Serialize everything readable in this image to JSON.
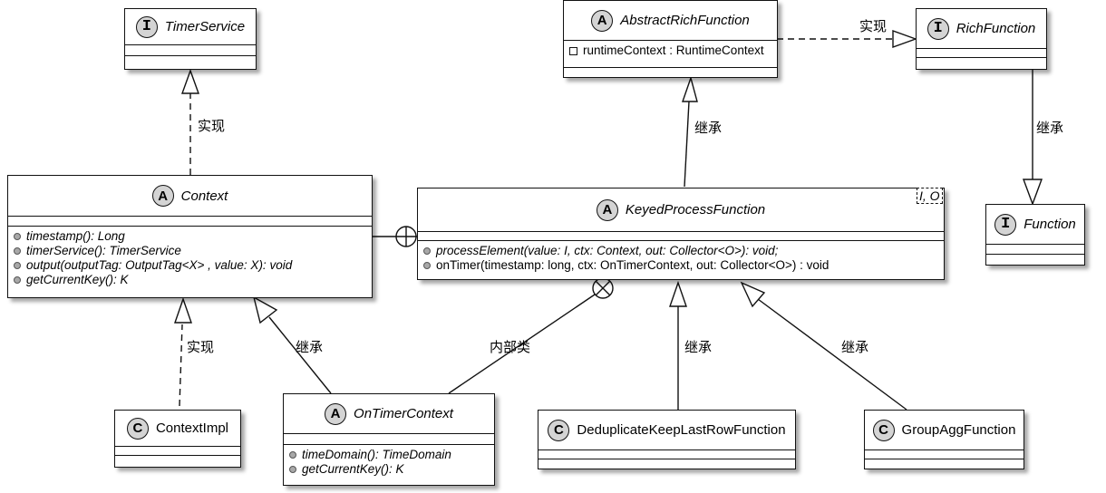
{
  "diagram": {
    "type": "UML class diagram",
    "classes": {
      "timer_service": {
        "stereotype": "I",
        "name": "TimerService",
        "members": []
      },
      "abstract_rich_function": {
        "stereotype": "A",
        "name": "AbstractRichFunction",
        "fields": [
          {
            "visibility": "private",
            "text": "runtimeContext : RuntimeContext"
          }
        ]
      },
      "rich_function": {
        "stereotype": "I",
        "name": "RichFunction",
        "members": []
      },
      "function": {
        "stereotype": "I",
        "name": "Function",
        "members": []
      },
      "context": {
        "stereotype": "A",
        "name": "Context",
        "methods": [
          {
            "text": "timestamp(): Long",
            "abstract": true
          },
          {
            "text": "timerService(): TimerService",
            "abstract": true
          },
          {
            "text": "output(outputTag: OutputTag<X> , value: X): void",
            "abstract": true
          },
          {
            "text": "getCurrentKey(): K",
            "abstract": true
          }
        ]
      },
      "keyed_process_function": {
        "stereotype": "A",
        "name": "KeyedProcessFunction",
        "type_params": "I, O",
        "methods": [
          {
            "text": "processElement(value: I, ctx: Context, out: Collector<O>): void;",
            "abstract": true
          },
          {
            "text": "onTimer(timestamp: long, ctx: OnTimerContext, out: Collector<O>) : void",
            "abstract": false
          }
        ]
      },
      "context_impl": {
        "stereotype": "C",
        "name": "ContextImpl"
      },
      "on_timer_context": {
        "stereotype": "A",
        "name": "OnTimerContext",
        "methods": [
          {
            "text": "timeDomain(): TimeDomain",
            "abstract": true
          },
          {
            "text": "getCurrentKey(): K",
            "abstract": true
          }
        ]
      },
      "dedup_function": {
        "stereotype": "C",
        "name": "DeduplicateKeepLastRowFunction"
      },
      "group_agg_function": {
        "stereotype": "C",
        "name": "GroupAggFunction"
      }
    },
    "relations": [
      {
        "from": "Context",
        "to": "TimerService",
        "kind": "realization",
        "label": "实现"
      },
      {
        "from": "AbstractRichFunction",
        "to": "RichFunction",
        "kind": "realization",
        "label": "实现"
      },
      {
        "from": "RichFunction",
        "to": "Function",
        "kind": "generalization",
        "label": "继承"
      },
      {
        "from": "KeyedProcessFunction",
        "to": "AbstractRichFunction",
        "kind": "generalization",
        "label": "继承"
      },
      {
        "from": "Context",
        "to": "KeyedProcessFunction",
        "kind": "nested",
        "label": ""
      },
      {
        "from": "ContextImpl",
        "to": "Context",
        "kind": "realization",
        "label": "实现"
      },
      {
        "from": "OnTimerContext",
        "to": "Context",
        "kind": "generalization",
        "label": "继承"
      },
      {
        "from": "OnTimerContext",
        "to": "KeyedProcessFunction",
        "kind": "nested",
        "label": "内部类"
      },
      {
        "from": "DeduplicateKeepLastRowFunction",
        "to": "KeyedProcessFunction",
        "kind": "generalization",
        "label": "继承"
      },
      {
        "from": "GroupAggFunction",
        "to": "KeyedProcessFunction",
        "kind": "generalization",
        "label": "继承"
      }
    ]
  }
}
